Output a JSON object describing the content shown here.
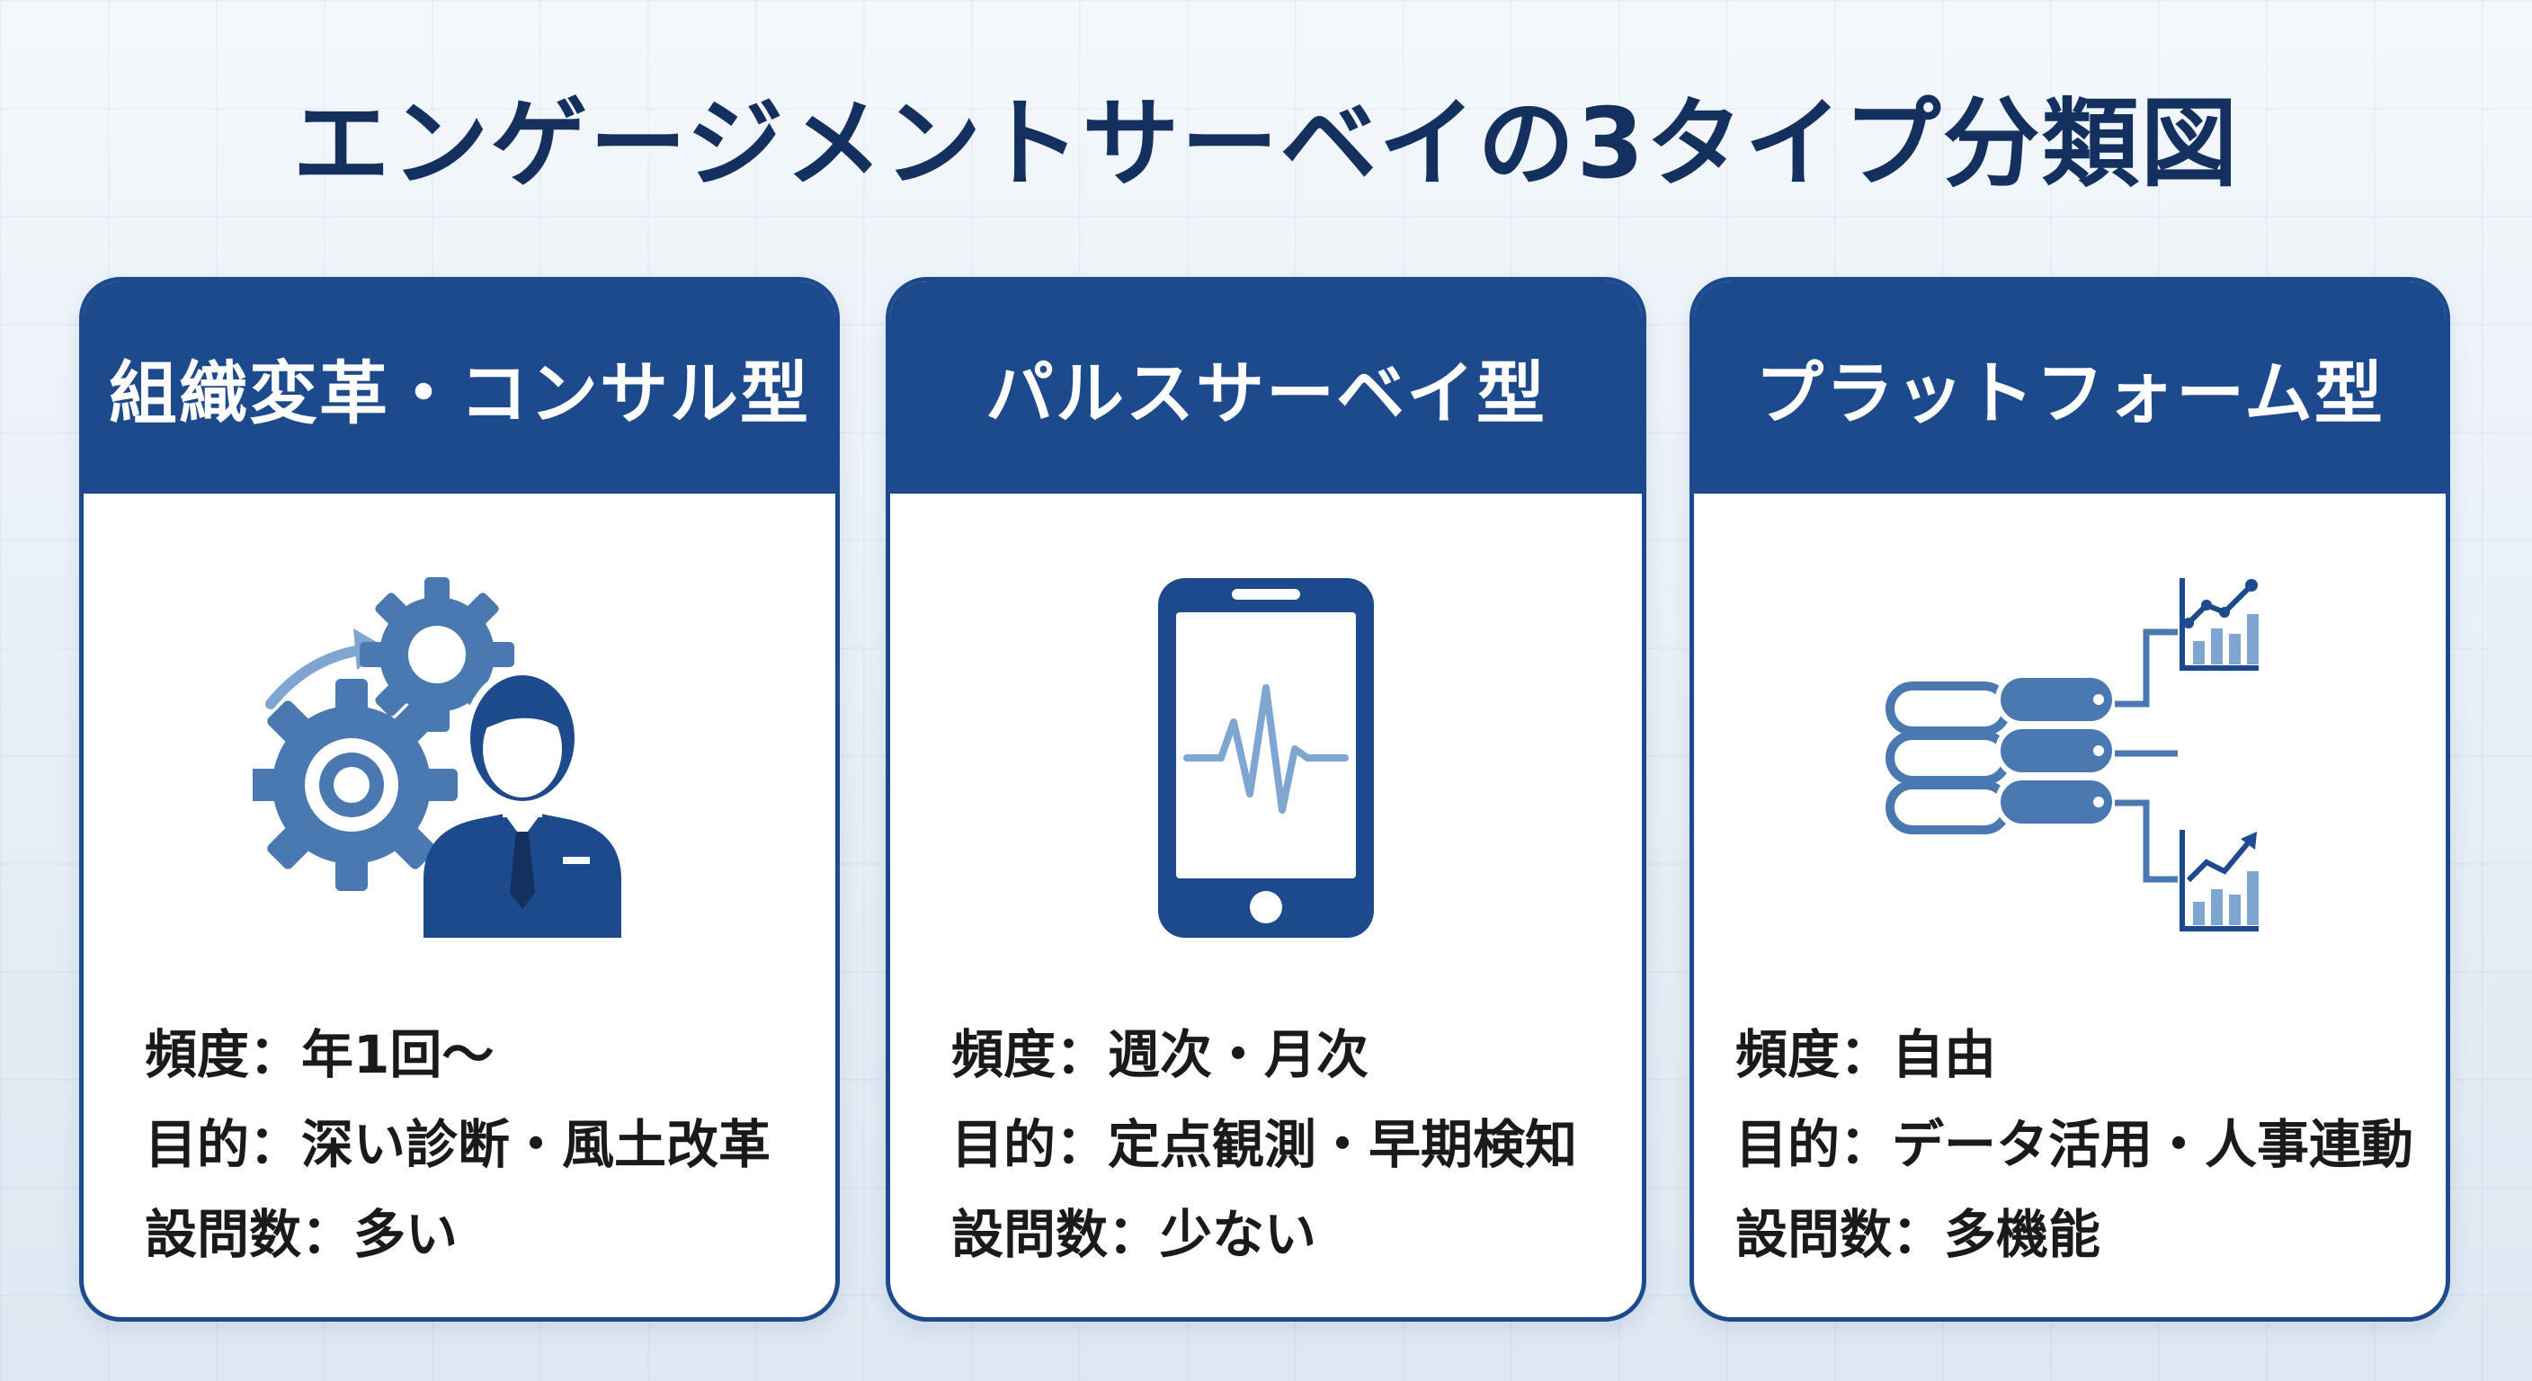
{
  "title": "エンゲージメントサーベイの3タイプ分類図",
  "cards": [
    {
      "header": "組織変革・コンサル型",
      "icon": "gears-businessman-icon",
      "lines": [
        "頻度：年1回〜",
        "目的：深い診断・風土改革",
        "設問数：多い"
      ]
    },
    {
      "header": "パルスサーベイ型",
      "icon": "smartphone-pulse-icon",
      "lines": [
        "頻度：週次・月次",
        "目的：定点観測・早期検知",
        "設問数：少ない"
      ]
    },
    {
      "header": "プラットフォーム型",
      "icon": "database-charts-icon",
      "lines": [
        "頻度：自由",
        "目的：データ活用・人事連動",
        "設問数：多機能"
      ]
    }
  ],
  "colors": {
    "primary": "#1c4a8c",
    "accent": "#4a78b0",
    "light": "#7fa6d1",
    "title": "#13305f",
    "text": "#1a1a1a"
  }
}
